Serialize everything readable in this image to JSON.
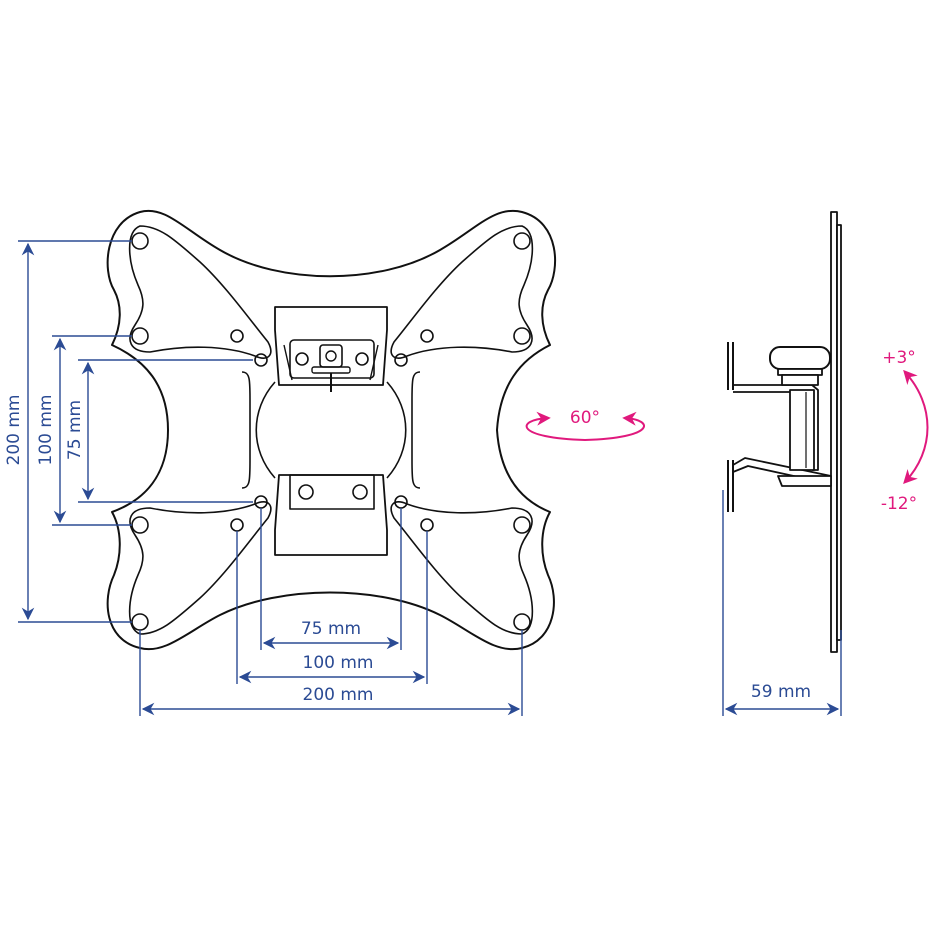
{
  "colors": {
    "dimension": "#2b4b94",
    "angle": "#e0197d",
    "outline": "#111111"
  },
  "dimensions": {
    "horizontal": [
      {
        "id": "h75",
        "label": "75 mm"
      },
      {
        "id": "h100",
        "label": "100 mm"
      },
      {
        "id": "h200",
        "label": "200 mm"
      }
    ],
    "vertical": [
      {
        "id": "v200",
        "label": "200 mm"
      },
      {
        "id": "v100",
        "label": "100 mm"
      },
      {
        "id": "v75",
        "label": "75 mm"
      }
    ],
    "depth": {
      "label": "59 mm"
    }
  },
  "angles": {
    "swivel": "60°",
    "tilt_up": "+3°",
    "tilt_down": "-12°"
  }
}
